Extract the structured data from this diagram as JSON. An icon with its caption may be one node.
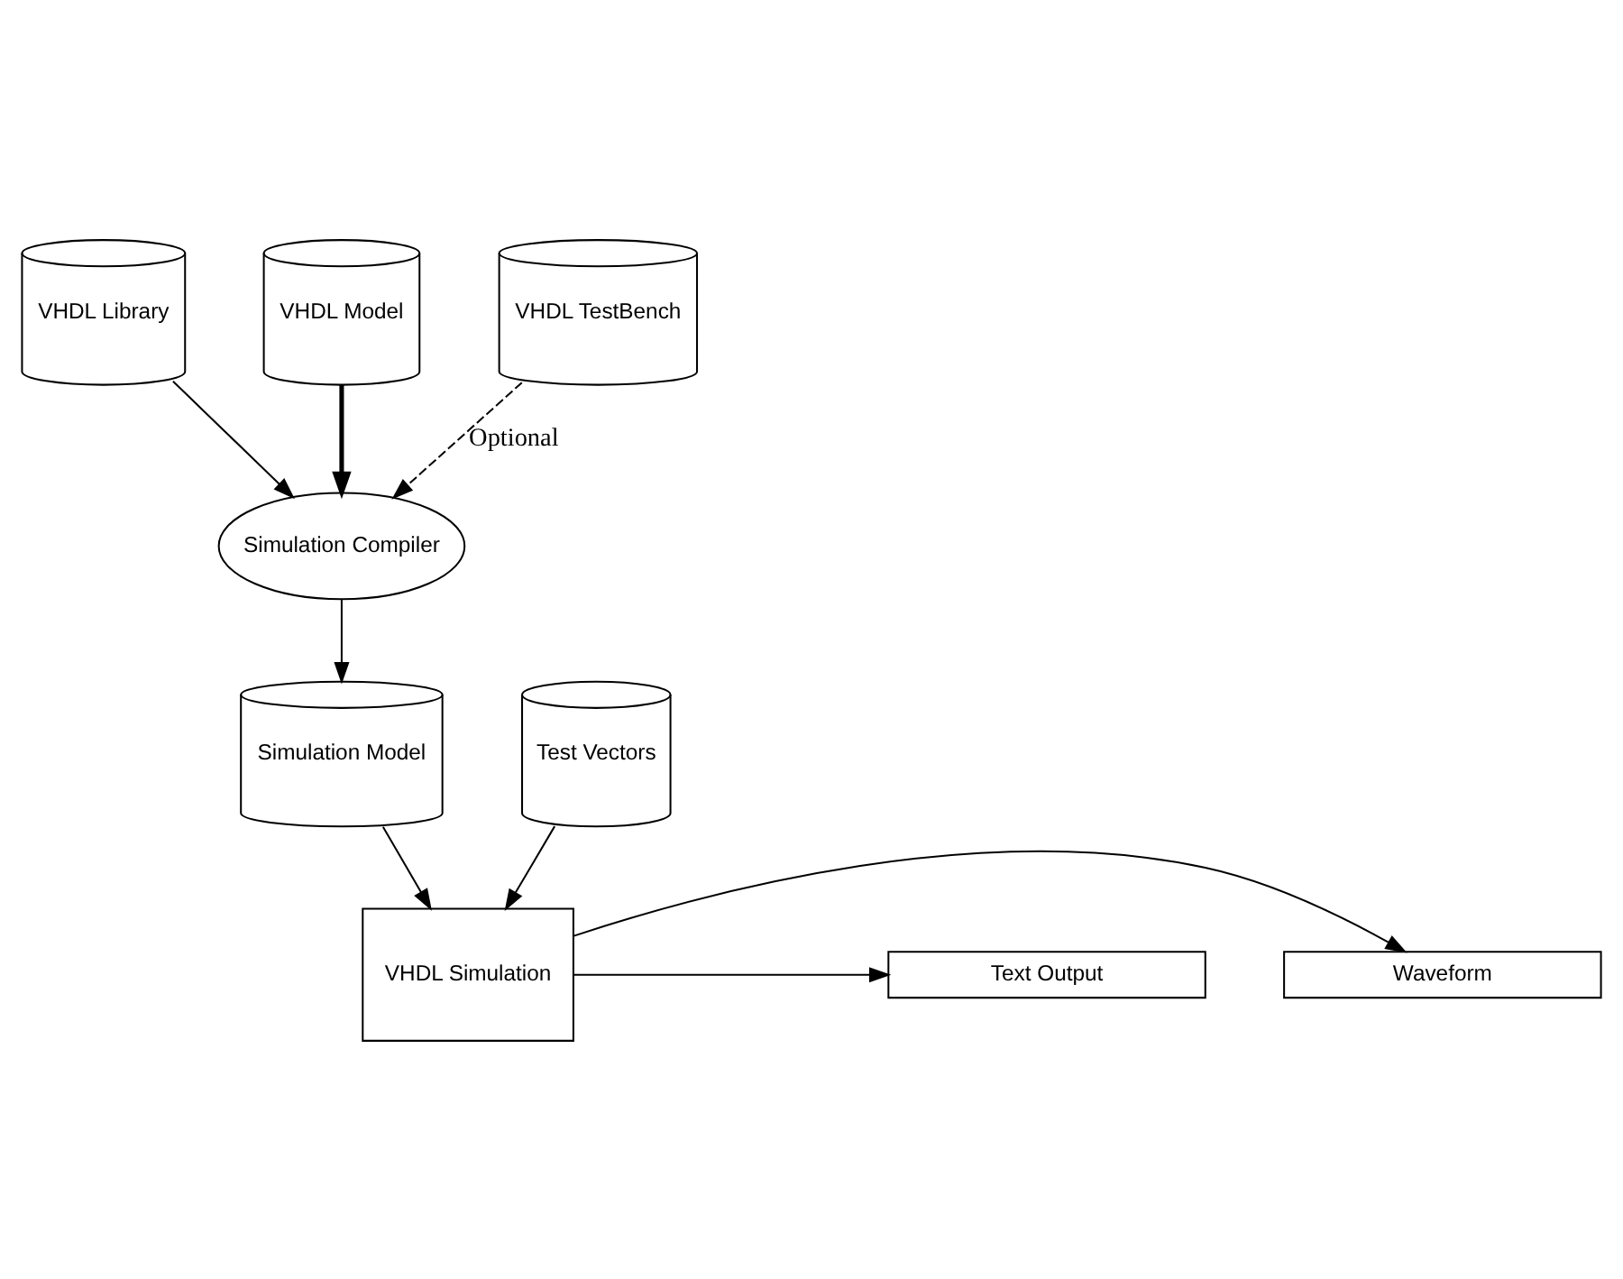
{
  "diagram": {
    "nodes": [
      {
        "text": [
          "VHDL Library"
        ]
      },
      {
        "text": [
          "VHDL Model"
        ]
      },
      {
        "text": [
          "VHDL TestBench"
        ]
      },
      {
        "text": [
          "Simulation Compiler"
        ]
      },
      {
        "text": [
          "Simulation Model"
        ]
      },
      {
        "text": [
          "Test Vectors"
        ]
      },
      {
        "text": [
          "VHDL Simulation"
        ]
      },
      {
        "text": [
          "Waveform"
        ]
      },
      {
        "text": [
          "Text Output"
        ]
      }
    ],
    "edges": [
      {
        "from": 0,
        "to": 3,
        "arrow": "to"
      },
      {
        "from": 1,
        "to": 3,
        "arrow": "to",
        "style": "thick"
      },
      {
        "from": 2,
        "to": 3,
        "arrow": "to",
        "style": "dashed",
        "label": "Optional"
      },
      {
        "from": 3,
        "to": 4,
        "arrow": "to"
      },
      {
        "from": 4,
        "to": 6,
        "arrow": "to"
      },
      {
        "from": 5,
        "to": 6,
        "arrow": "to"
      },
      {
        "from": 6,
        "to": 7,
        "arrow": "to"
      },
      {
        "from": 6,
        "to": 8,
        "arrow": "to"
      }
    ]
  }
}
